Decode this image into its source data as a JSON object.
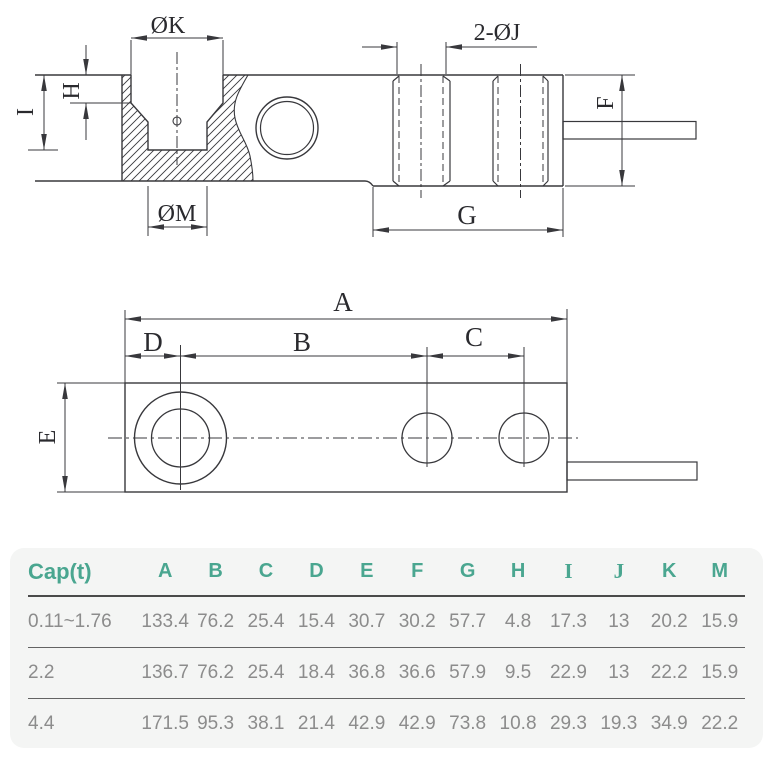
{
  "colors": {
    "accent": "#4aa690",
    "number_text": "#8c8c8c",
    "table_background": "#f4f5f4",
    "drawing_line": "#38383c"
  },
  "drawing": {
    "labels": {
      "K": "ØK",
      "H": "H",
      "I": "I",
      "M": "ØM",
      "J": "2-ØJ",
      "F": "F",
      "G": "G",
      "A": "A",
      "B": "B",
      "C": "C",
      "D": "D",
      "E": "E"
    }
  },
  "table": {
    "columns": [
      "Cap(t)",
      "A",
      "B",
      "C",
      "D",
      "E",
      "F",
      "G",
      "H",
      "I",
      "J",
      "K",
      "M"
    ],
    "rows": [
      [
        "0.11~1.76",
        "133.4",
        "76.2",
        "25.4",
        "15.4",
        "30.7",
        "30.2",
        "57.7",
        "4.8",
        "17.3",
        "13",
        "20.2",
        "15.9"
      ],
      [
        "2.2",
        "136.7",
        "76.2",
        "25.4",
        "18.4",
        "36.8",
        "36.6",
        "57.9",
        "9.5",
        "22.9",
        "13",
        "22.2",
        "15.9"
      ],
      [
        "4.4",
        "171.5",
        "95.3",
        "38.1",
        "21.4",
        "42.9",
        "42.9",
        "73.8",
        "10.8",
        "29.3",
        "19.3",
        "34.9",
        "22.2"
      ]
    ]
  }
}
